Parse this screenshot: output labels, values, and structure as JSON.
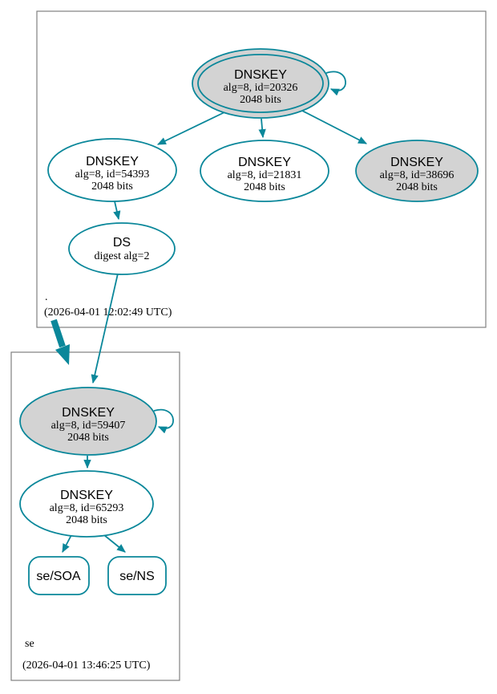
{
  "diagram_type": "DNSSEC authentication chain graph",
  "colors": {
    "edge_secure": "#0a879a",
    "ksk_fill": "#d3d3d3",
    "zsk_fill": "#ffffff",
    "cluster_border": "#808080",
    "text": "#000000"
  },
  "clusters": {
    "root": {
      "label": ".",
      "timestamp": "(2026-04-01 12:02:49 UTC)"
    },
    "se": {
      "label": "se",
      "timestamp": "(2026-04-01 13:46:25 UTC)"
    }
  },
  "nodes": {
    "root_ksk": {
      "title": "DNSKEY",
      "detail1": "alg=8, id=20326",
      "detail2": "2048 bits"
    },
    "root_zsk_54393": {
      "title": "DNSKEY",
      "detail1": "alg=8, id=54393",
      "detail2": "2048 bits"
    },
    "root_zsk_21831": {
      "title": "DNSKEY",
      "detail1": "alg=8, id=21831",
      "detail2": "2048 bits"
    },
    "root_zsk_38696": {
      "title": "DNSKEY",
      "detail1": "alg=8, id=38696",
      "detail2": "2048 bits"
    },
    "root_ds": {
      "title": "DS",
      "detail1": "digest alg=2"
    },
    "se_ksk": {
      "title": "DNSKEY",
      "detail1": "alg=8, id=59407",
      "detail2": "2048 bits"
    },
    "se_zsk": {
      "title": "DNSKEY",
      "detail1": "alg=8, id=65293",
      "detail2": "2048 bits"
    },
    "se_soa": {
      "title": "se/SOA"
    },
    "se_ns": {
      "title": "se/NS"
    }
  },
  "edges": [
    {
      "from": "DNSKEY alg=8, id=20326",
      "to": "DNSKEY alg=8, id=20326",
      "kind": "self-sign"
    },
    {
      "from": "DNSKEY alg=8, id=20326",
      "to": "DNSKEY alg=8, id=54393",
      "kind": "sign"
    },
    {
      "from": "DNSKEY alg=8, id=20326",
      "to": "DNSKEY alg=8, id=21831",
      "kind": "sign"
    },
    {
      "from": "DNSKEY alg=8, id=20326",
      "to": "DNSKEY alg=8, id=38696",
      "kind": "sign"
    },
    {
      "from": "DNSKEY alg=8, id=54393",
      "to": "DS digest alg=2",
      "kind": "sign"
    },
    {
      "from": "DS digest alg=2",
      "to": "DNSKEY alg=8, id=59407",
      "kind": "delegation-ds"
    },
    {
      "from": ". zone",
      "to": "se zone",
      "kind": "delegation"
    },
    {
      "from": "DNSKEY alg=8, id=59407",
      "to": "DNSKEY alg=8, id=59407",
      "kind": "self-sign"
    },
    {
      "from": "DNSKEY alg=8, id=59407",
      "to": "DNSKEY alg=8, id=65293",
      "kind": "sign"
    },
    {
      "from": "DNSKEY alg=8, id=65293",
      "to": "se/SOA",
      "kind": "sign"
    },
    {
      "from": "DNSKEY alg=8, id=65293",
      "to": "se/NS",
      "kind": "sign"
    }
  ]
}
